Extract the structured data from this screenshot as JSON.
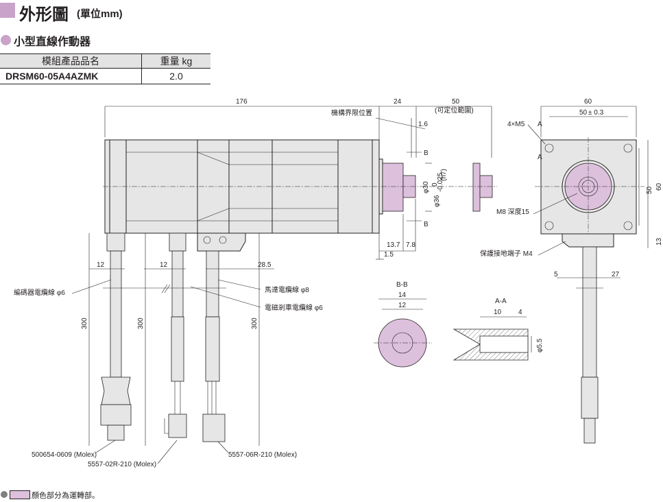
{
  "header": {
    "title": "外形圖",
    "unit": "(單位mm)"
  },
  "section": {
    "title": "小型直線作動器"
  },
  "spec_table": {
    "columns": [
      "模組產品品名",
      "重量 kg"
    ],
    "rows": [
      {
        "model": "DRSM60-05A4AZMK",
        "weight": "2.0"
      }
    ]
  },
  "dimensions": {
    "overall_length": "176",
    "flange_to_rod": "24",
    "stroke_range": "50",
    "stroke_range_note": "(可定位範圍)",
    "limit_label": "機構界限位置",
    "limit_offset": "1.6",
    "section_b": "B",
    "rod_dia": "φ30",
    "flange_dia": "φ36",
    "flange_tol": "0",
    "flange_tol2": "-0.025",
    "flange_fit": "(h7)",
    "d13_7": "13.7",
    "d7_8": "7.8",
    "d1_5": "1.5",
    "flange_width": "60",
    "bolt_pitch": "50",
    "bolt_tol": "± 0.3",
    "bolt_holes": "4×M5",
    "section_a": "A",
    "height_60": "60",
    "height_50": "50",
    "rod_thread": "M8 深度15",
    "ground_terminal": "保護接地端子 M4",
    "d13": "13",
    "d5": "5",
    "d27": "27",
    "d12_a": "12",
    "d12_b": "12",
    "d28_5": "28.5",
    "encoder_cable": "編碼器電纜線 φ6",
    "motor_cable": "馬達電纜線 φ8",
    "brake_cable": "電磁剎車電纜線 φ6",
    "len300_a": "300",
    "len300_b": "300",
    "len300_c": "300",
    "bb_title": "B-B",
    "bb_14": "14",
    "bb_12": "12",
    "aa_title": "A-A",
    "aa_10": "10",
    "aa_4": "4",
    "aa_dia": "φ5.5",
    "conn1": "500654-0609 (Molex)",
    "conn2": "5557-02R-210 (Molex)",
    "conn3": "5557-06R-210 (Molex)"
  },
  "legend": {
    "text": "顏色部分為運轉部。"
  },
  "colors": {
    "accent": "#c9a3c9",
    "moving_part": "#dcc0dc",
    "body_fill": "#e6e6e6",
    "line": "#231f20"
  }
}
